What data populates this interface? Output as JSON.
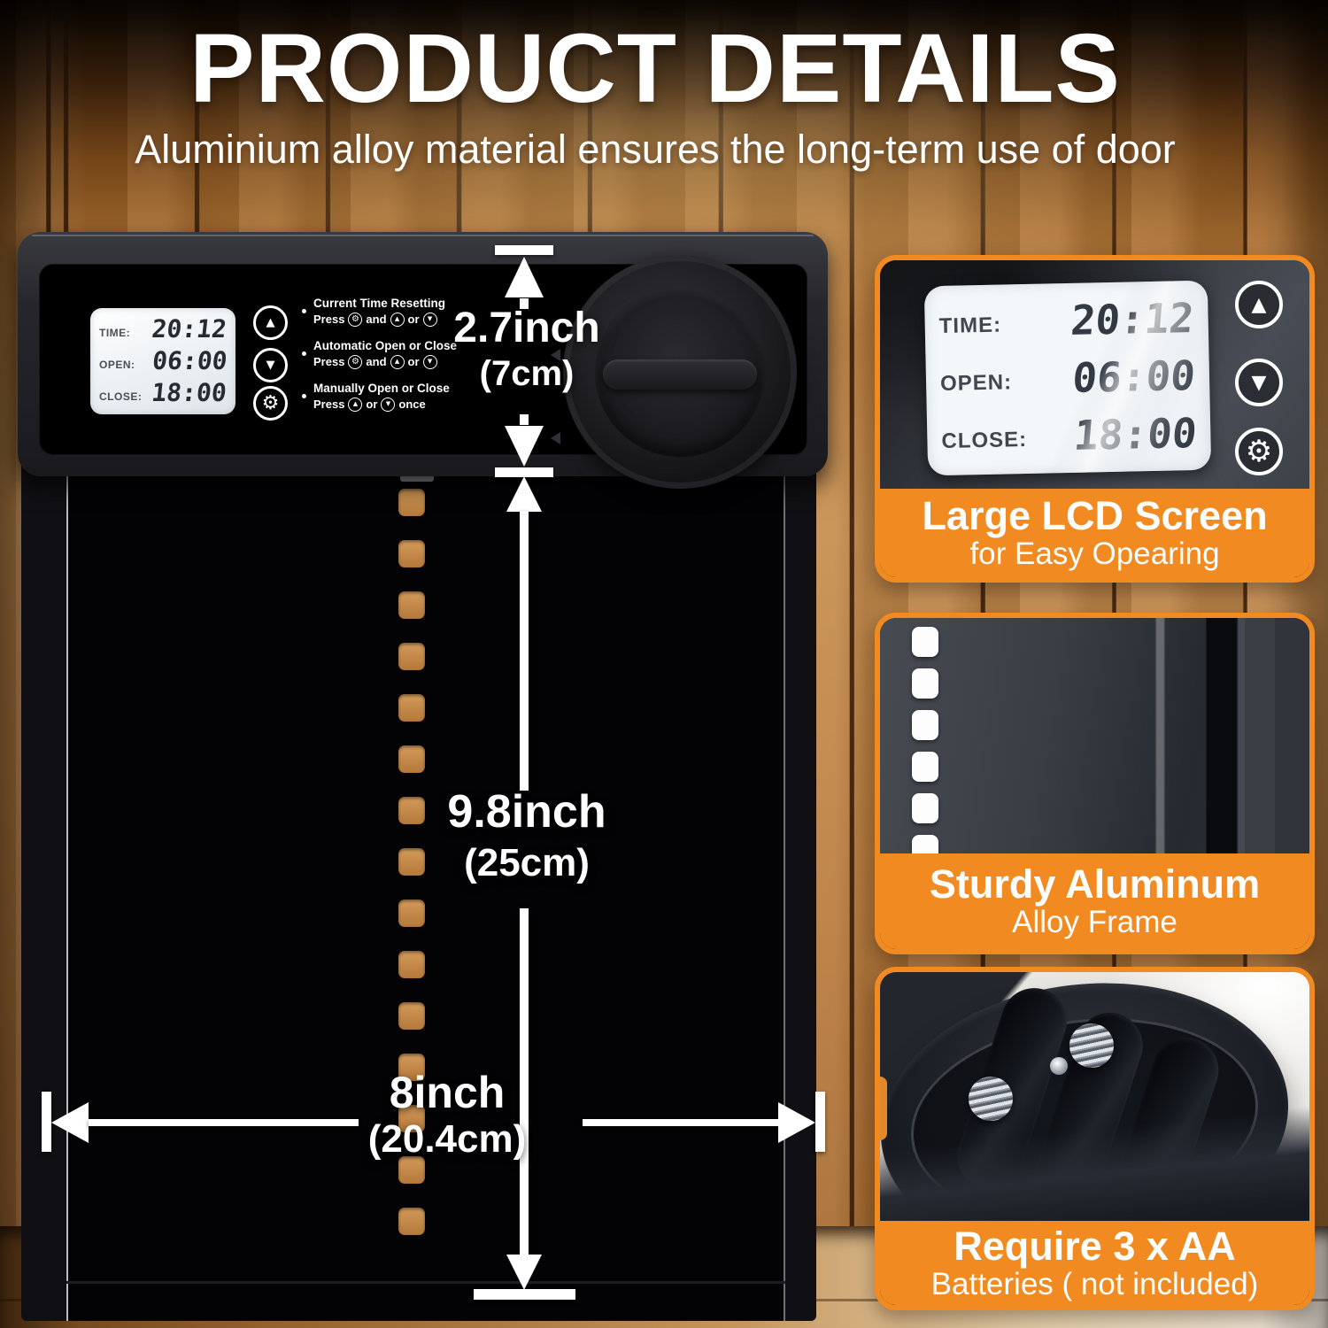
{
  "header": {
    "title": "PRODUCT DETAILS",
    "subtitle": "Aluminium alloy material ensures the long-term use of door"
  },
  "device": {
    "lcd_rows": [
      {
        "label": "TIME:",
        "value": "20:12"
      },
      {
        "label": "OPEN:",
        "value": "06:00"
      },
      {
        "label": "CLOSE:",
        "value": "18:00"
      }
    ],
    "instructions": [
      {
        "title": "Current Time Resetting",
        "w1": "Press",
        "w2": "and",
        "w3": "or"
      },
      {
        "title": "Automatic Open or Close",
        "w1": "Press",
        "w2": "and",
        "w3": "or"
      },
      {
        "title": "Manually Open or Close",
        "w1": "Press",
        "w2": "or",
        "w3": "once"
      }
    ],
    "vent_hole_count": 15
  },
  "dimensions": {
    "depth": {
      "value": "2.7inch",
      "metric": "(7cm)"
    },
    "height": {
      "value": "9.8inch",
      "metric": "(25cm)"
    },
    "width": {
      "value": "8inch",
      "metric": "(20.4cm)"
    }
  },
  "panels": [
    {
      "title": "Large LCD Screen",
      "subtitle": "for Easy Opearing",
      "lcd_rows": [
        {
          "label": "TIME:",
          "value": "20:12"
        },
        {
          "label": "OPEN:",
          "value": "06:00"
        },
        {
          "label": "CLOSE:",
          "value": "18:00"
        }
      ]
    },
    {
      "title": "Sturdy Aluminum",
      "subtitle": "Alloy Frame",
      "vent_hole_count": 6
    },
    {
      "title": "Require 3 x AA",
      "subtitle": "Batteries ( not included)"
    }
  ],
  "colors": {
    "accent_orange": "#f28a22"
  }
}
